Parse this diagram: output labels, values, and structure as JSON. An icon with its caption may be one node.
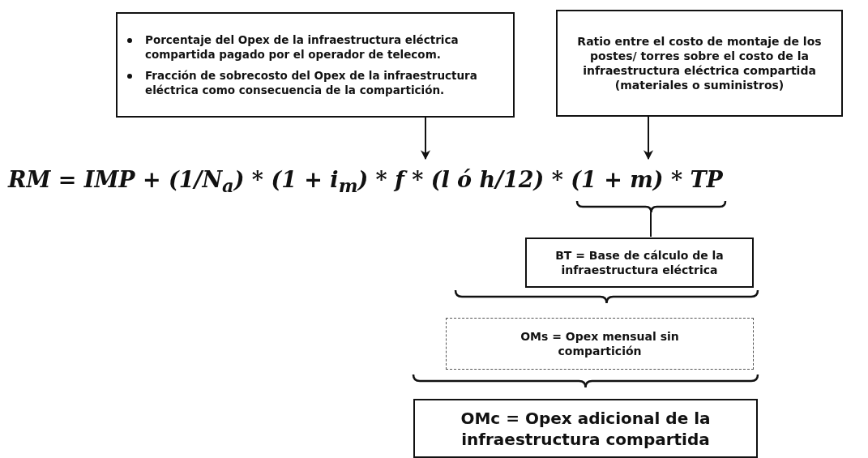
{
  "diagram": {
    "nodes": [
      {
        "text": [
          "Porcentaje del Opex de la infraestructura eléctrica compartida pagado por el operador de telecom.",
          "Fracción de sobrecosto del Opex de la infraestructura eléctrica como consecuencia de la compartición."
        ]
      },
      {
        "text": [
          "Ratio entre el costo de montaje de los postes/ torres sobre el costo de la infraestructura eléctrica compartida (materiales o suministros)"
        ]
      },
      {
        "text": [
          "RM = IMP + (1/N$_{a}$) * (1 + i$_{m}$) * f * (l ó h/12) * (1 + m) * TP"
        ]
      },
      {
        "text": [
          "BT = Base de cálculo de la infraestructura eléctrica"
        ]
      },
      {
        "text": [
          "OMs = Opex mensual sin compartición"
        ]
      },
      {
        "text": [
          "OMc = Opex adicional de la infraestructura compartida"
        ]
      }
    ],
    "edges": [
      {
        "from": 0,
        "to": 2,
        "arrow": "to"
      },
      {
        "from": 1,
        "to": 2,
        "arrow": "to"
      }
    ]
  }
}
